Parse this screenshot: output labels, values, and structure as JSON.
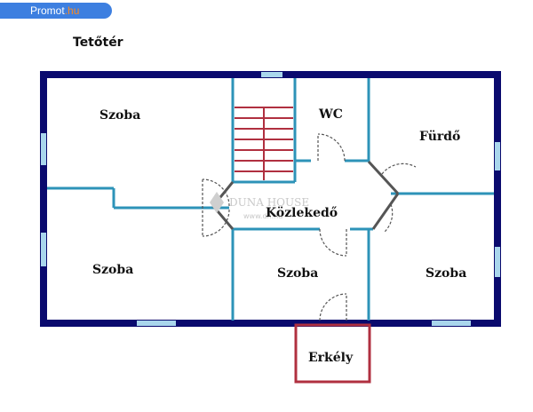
{
  "badge": {
    "name": "Promot",
    "tld": ".hu"
  },
  "plan": {
    "title": "Tetőtér"
  },
  "rooms": {
    "szoba_top_left": "Szoba",
    "wc": "WC",
    "furdo": "Fürdő",
    "kozlekedo": "Közlekedő",
    "szoba_bottom_left": "Szoba",
    "szoba_bottom_middle": "Szoba",
    "szoba_bottom_right": "Szoba",
    "erkely": "Erkély"
  },
  "watermark": {
    "brand": "DUNA HOUSE",
    "url": "www.dh.hu"
  },
  "colors": {
    "outer_wall": "#0a0a6e",
    "inner_wall": "#2d93b8",
    "window": "#a9d6ec",
    "stairs": "#b03040",
    "balcony": "#b03040",
    "badge": "#3d7fe0",
    "badge_tld": "#ff8a1c"
  }
}
